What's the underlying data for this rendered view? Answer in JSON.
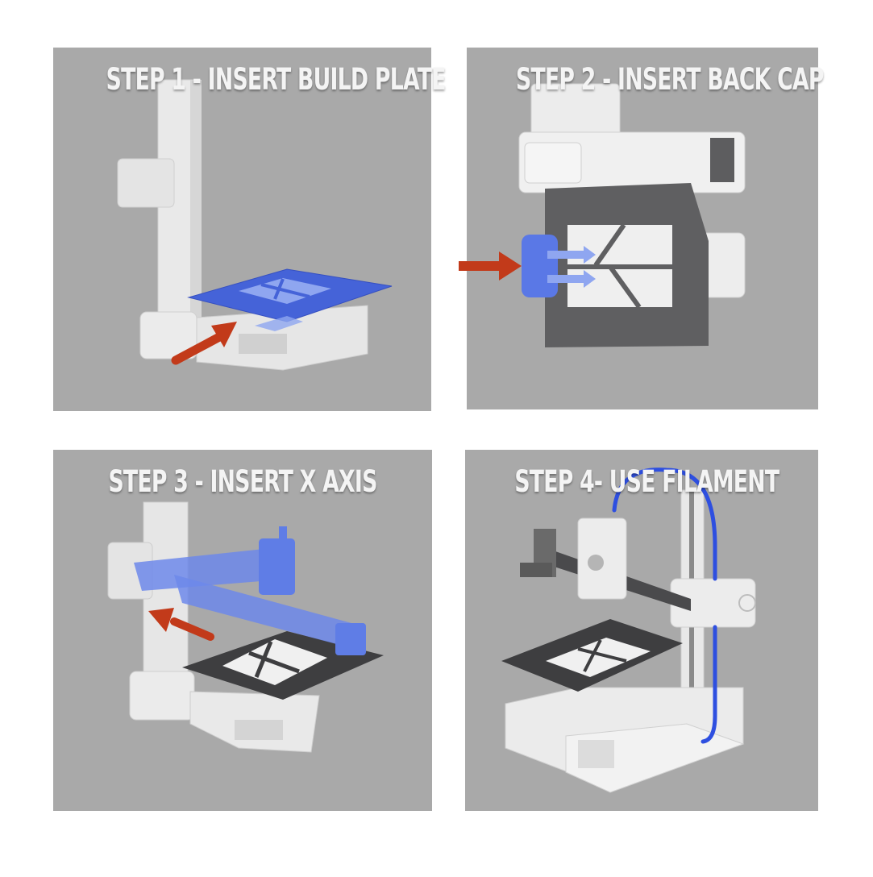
{
  "steps": [
    {
      "title": "STEP 1 - INSERT BUILD PLATE"
    },
    {
      "title": "STEP 2 - INSERT BACK CAP"
    },
    {
      "title": "STEP 3 - INSERT X AXIS"
    },
    {
      "title": "STEP 4- USE FILAMENT"
    }
  ],
  "colors": {
    "panel_bg": "#a9a9a9",
    "highlight_blue": "#5a78e6",
    "arrow_red": "#c23a1a",
    "printer_white": "#ececec",
    "plate_dark": "#5f5f61"
  }
}
